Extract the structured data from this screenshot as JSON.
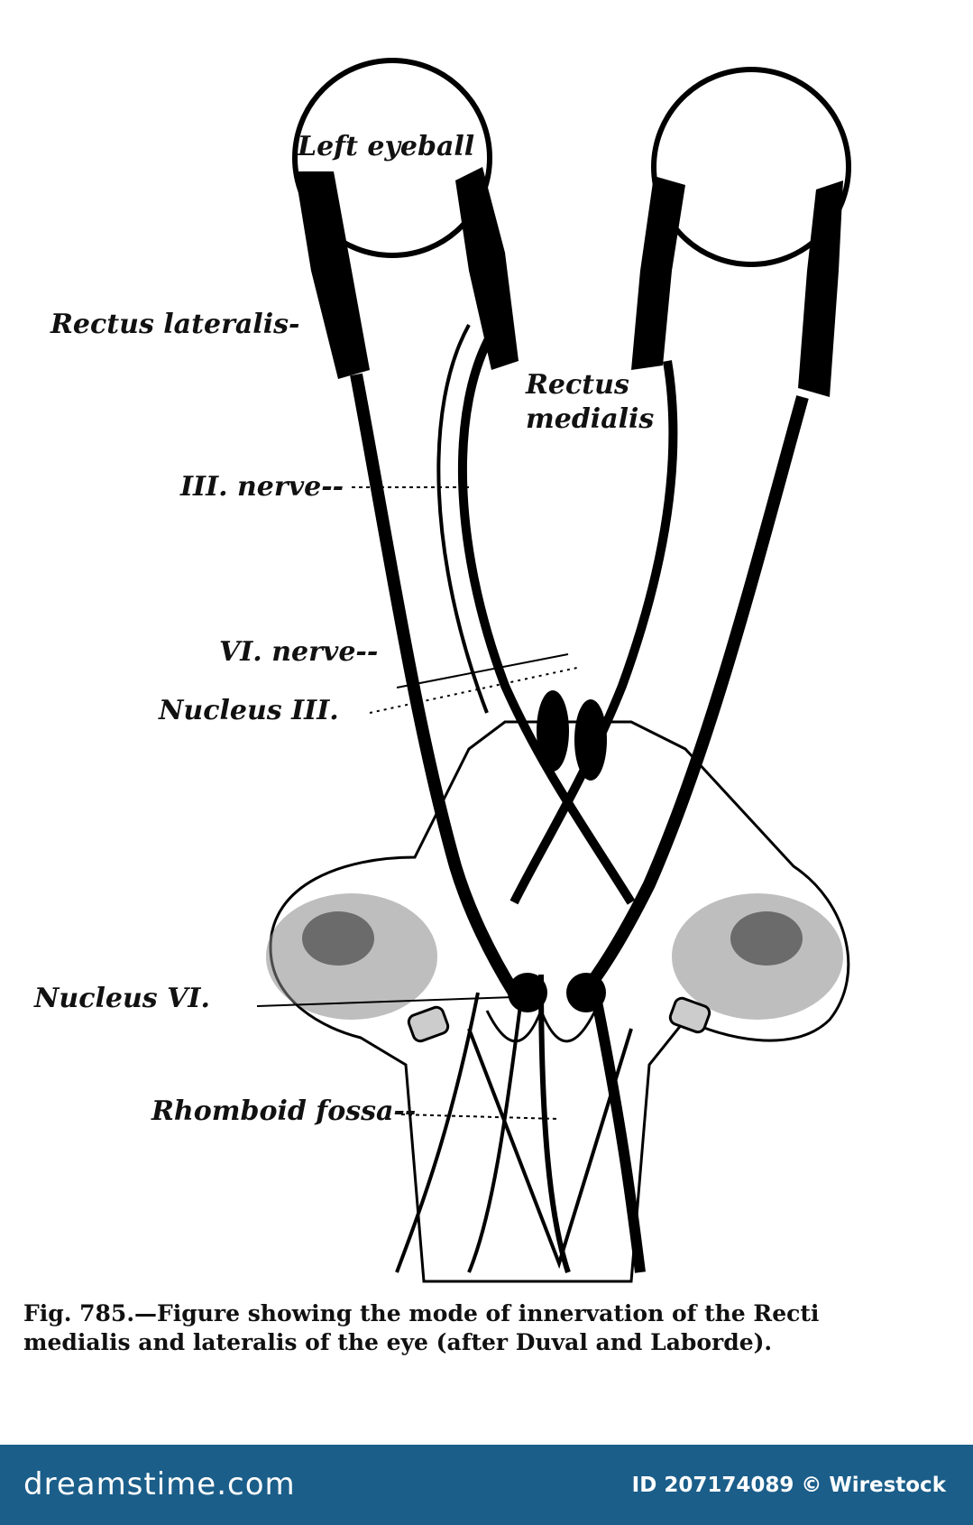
{
  "figure": {
    "labels": {
      "left_eyeball": "Left eyeball",
      "rectus_lateralis": "Rectus lateralis-",
      "rectus_medialis_1": "Rectus",
      "rectus_medialis_2": "medialis",
      "iii_nerve": "III. nerve--",
      "vi_nerve": "VI. nerve--",
      "nucleus_iii": "Nucleus III.",
      "nucleus_vi": "Nucleus VI.",
      "rhomboid_fossa": "Rhomboid fossa--"
    },
    "caption": "Fig. 785.—Figure showing the mode of innervation of the Recti medialis and lateralis of the eye (after Duval and Laborde)."
  },
  "footer": {
    "logo": "dreamstime.com",
    "id_text": "ID 207174089 © Wirestock",
    "background_color": "#1b5e8a"
  }
}
